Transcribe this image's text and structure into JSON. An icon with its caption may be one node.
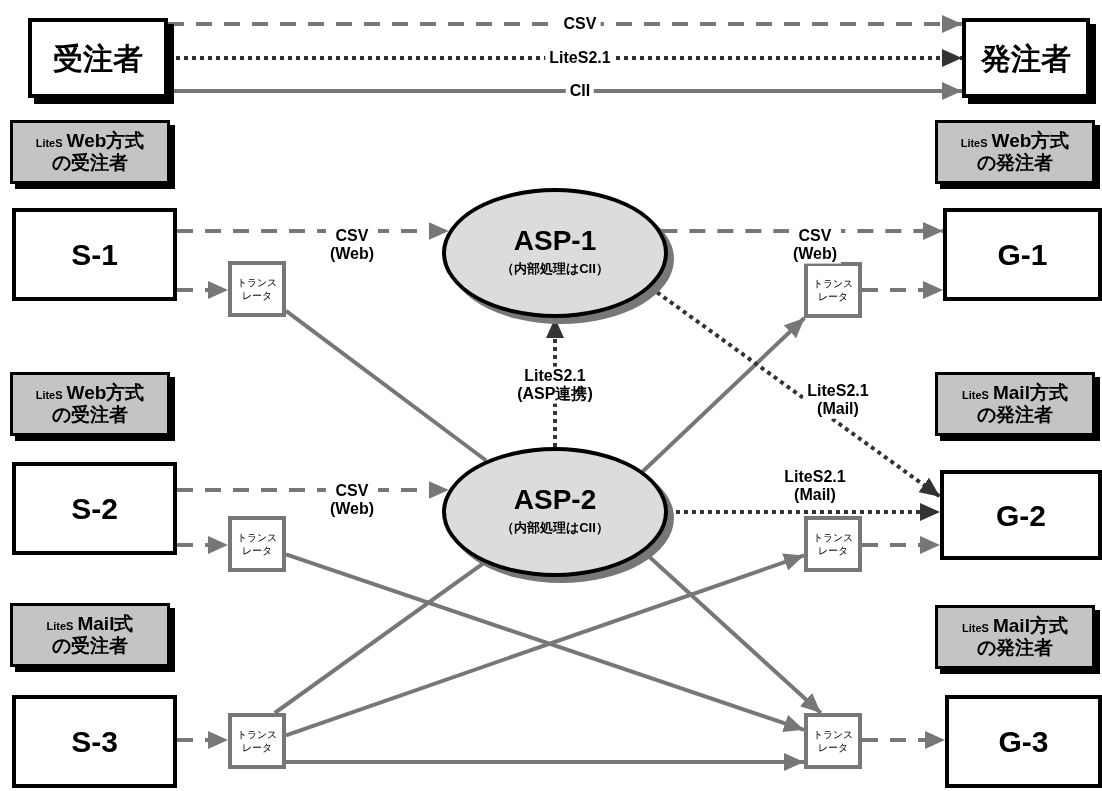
{
  "diagram": {
    "nodes": [
      {
        "text": [
          "受注者"
        ]
      },
      {
        "text": [
          "発注者"
        ]
      },
      {
        "text": [
          "LiteS",
          "Web方式の受注者"
        ]
      },
      {
        "text": [
          "S-1"
        ]
      },
      {
        "text": [
          "トランスレータ"
        ]
      },
      {
        "text": [
          "ASP-1",
          "（内部処理はCII）"
        ]
      },
      {
        "text": [
          "LiteS",
          "Web方式の発注者"
        ]
      },
      {
        "text": [
          "G-1"
        ]
      },
      {
        "text": [
          "トランスレータ"
        ]
      },
      {
        "text": [
          "LiteS",
          "Web方式の受注者"
        ]
      },
      {
        "text": [
          "S-2"
        ]
      },
      {
        "text": [
          "トランスレータ"
        ]
      },
      {
        "text": [
          "ASP-2",
          "（内部処理はCII）"
        ]
      },
      {
        "text": [
          "LiteS",
          "Mail方式の発注者"
        ]
      },
      {
        "text": [
          "G-2"
        ]
      },
      {
        "text": [
          "トランスレータ"
        ]
      },
      {
        "text": [
          "LiteS",
          "Mail式の受注者"
        ]
      },
      {
        "text": [
          "S-3"
        ]
      },
      {
        "text": [
          "トランスレータ"
        ]
      },
      {
        "text": [
          "LiteS",
          "Mail方式の発注者"
        ]
      },
      {
        "text": [
          "G-3"
        ]
      },
      {
        "text": [
          "トランスレータ"
        ]
      }
    ],
    "edges": [
      {
        "from": 0,
        "to": 1,
        "arrow": "to",
        "label": "CSV",
        "style": "dashed"
      },
      {
        "from": 0,
        "to": 1,
        "arrow": "to",
        "label": "LiteS2.1",
        "style": "dashed",
        "color": "#333333"
      },
      {
        "from": 0,
        "to": 1,
        "arrow": "to",
        "label": "CII"
      },
      {
        "from": 3,
        "to": 5,
        "arrow": "to",
        "label": "CSV (Web)",
        "style": "dashed"
      },
      {
        "from": 3,
        "to": 4,
        "arrow": "to",
        "style": "dashed"
      },
      {
        "from": 4,
        "to": 12,
        "arrow": "none"
      },
      {
        "from": 5,
        "to": 7,
        "arrow": "to",
        "label": "CSV (Web)",
        "style": "dashed"
      },
      {
        "from": 8,
        "to": 7,
        "arrow": "to",
        "style": "dashed"
      },
      {
        "from": 12,
        "to": 5,
        "arrow": "to",
        "label": "LiteS2.1 (ASP連携)",
        "style": "dashed",
        "color": "#333333"
      },
      {
        "from": 12,
        "to": 8,
        "arrow": "to"
      },
      {
        "from": 5,
        "to": 14,
        "arrow": "to",
        "label": "LiteS2.1 (Mail)",
        "style": "dashed",
        "color": "#333333"
      },
      {
        "from": 10,
        "to": 12,
        "arrow": "to",
        "label": "CSV (Web)",
        "style": "dashed"
      },
      {
        "from": 10,
        "to": 11,
        "arrow": "to",
        "style": "dashed"
      },
      {
        "from": 12,
        "to": 14,
        "arrow": "to",
        "label": "LiteS2.1 (Mail)",
        "style": "dashed",
        "color": "#333333"
      },
      {
        "from": 11,
        "to": 21,
        "arrow": "to"
      },
      {
        "from": 15,
        "to": 14,
        "arrow": "to",
        "style": "dashed"
      },
      {
        "from": 12,
        "to": 21,
        "arrow": "to"
      },
      {
        "from": 17,
        "to": 18,
        "arrow": "to",
        "style": "dashed"
      },
      {
        "from": 18,
        "to": 12,
        "arrow": "none"
      },
      {
        "from": 18,
        "to": 15,
        "arrow": "to"
      },
      {
        "from": 18,
        "to": 21,
        "arrow": "to"
      },
      {
        "from": 21,
        "to": 20,
        "arrow": "to",
        "style": "dashed"
      }
    ]
  }
}
